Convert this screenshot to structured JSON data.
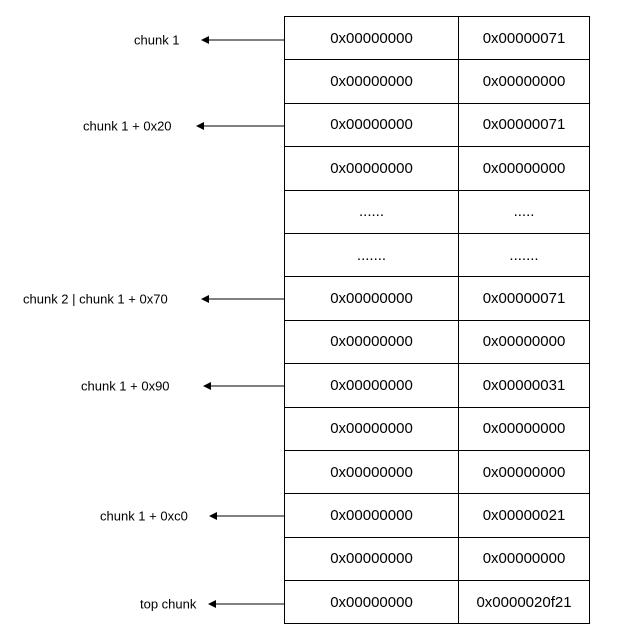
{
  "rows": [
    {
      "left": "0x00000000",
      "right": "0x00000071"
    },
    {
      "left": "0x00000000",
      "right": "0x00000000"
    },
    {
      "left": "0x00000000",
      "right": "0x00000071"
    },
    {
      "left": "0x00000000",
      "right": "0x00000000"
    },
    {
      "left": "......",
      "right": "....."
    },
    {
      "left": ".......",
      "right": "......."
    },
    {
      "left": "0x00000000",
      "right": "0x00000071"
    },
    {
      "left": "0x00000000",
      "right": "0x00000000"
    },
    {
      "left": "0x00000000",
      "right": "0x00000031"
    },
    {
      "left": "0x00000000",
      "right": "0x00000000"
    },
    {
      "left": "0x00000000",
      "right": "0x00000000"
    },
    {
      "left": "0x00000000",
      "right": "0x00000021"
    },
    {
      "left": "0x00000000",
      "right": "0x00000000"
    },
    {
      "left": "0x00000000",
      "right": "0x0000020f21"
    }
  ],
  "labels": [
    {
      "text": "chunk 1",
      "row": 0
    },
    {
      "text": "chunk 1 + 0x20",
      "row": 2
    },
    {
      "text": "chunk 2 | chunk 1 + 0x70",
      "row": 6
    },
    {
      "text": "chunk 1 + 0x90",
      "row": 8
    },
    {
      "text": "chunk 1 + 0xc0",
      "row": 11
    },
    {
      "text": "top chunk",
      "row": 13
    }
  ]
}
